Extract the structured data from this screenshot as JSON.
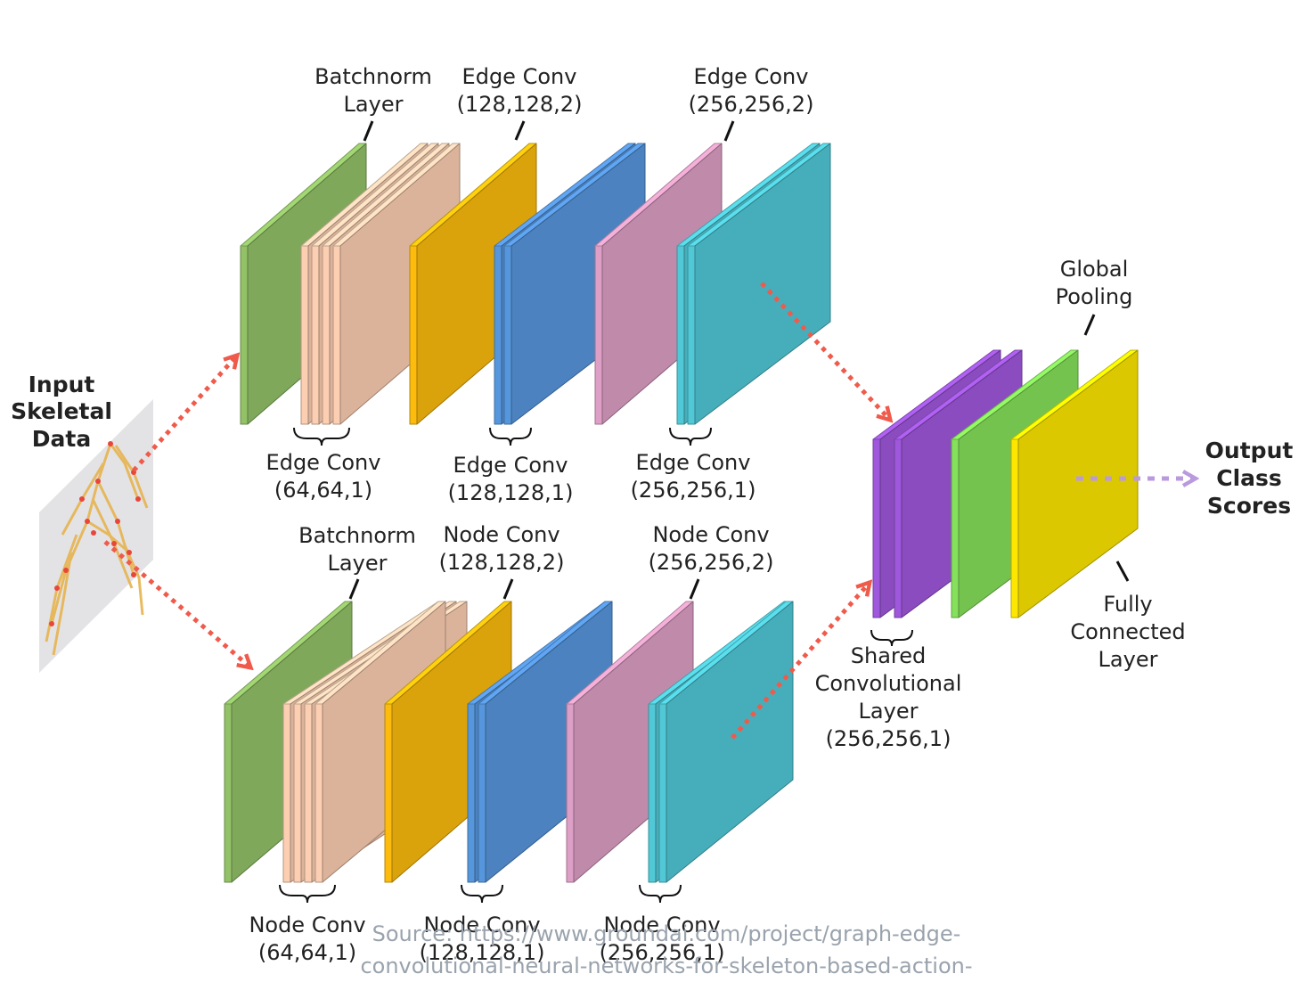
{
  "input": {
    "lines": [
      "Input",
      "Skeletal",
      "Data"
    ]
  },
  "top_branch": {
    "labels_above": [
      {
        "lines": [
          "Batchnorm",
          "Layer"
        ]
      },
      {
        "lines": [
          "Edge Conv",
          "(128,128,2)"
        ]
      },
      {
        "lines": [
          "Edge Conv",
          "(256,256,2)"
        ]
      }
    ],
    "labels_below": [
      {
        "lines": [
          "Edge Conv",
          "(64,64,1)"
        ]
      },
      {
        "lines": [
          "Edge Conv",
          "(128,128,1)"
        ]
      },
      {
        "lines": [
          "Edge Conv",
          "(256,256,1)"
        ]
      }
    ]
  },
  "bottom_branch": {
    "labels_above": [
      {
        "lines": [
          "Batchnorm",
          "Layer"
        ]
      },
      {
        "lines": [
          "Node Conv",
          "(128,128,2)"
        ]
      },
      {
        "lines": [
          "Node Conv",
          "(256,256,2)"
        ]
      }
    ],
    "labels_below": [
      {
        "lines": [
          "Node Conv",
          "(64,64,1)"
        ]
      },
      {
        "lines": [
          "Node Conv",
          "(128,128,1)"
        ]
      },
      {
        "lines": [
          "Node Conv",
          "(256,256,1)"
        ]
      }
    ]
  },
  "head": {
    "global_pooling": {
      "lines": [
        "Global",
        "Pooling"
      ]
    },
    "shared_conv": {
      "lines": [
        "Shared",
        "Convolutional",
        "Layer",
        "(256,256,1)"
      ]
    },
    "fully_connected": {
      "lines": [
        "Fully",
        "Connected",
        "Layer"
      ]
    },
    "output": {
      "lines": [
        "Output",
        "Class",
        "Scores"
      ]
    }
  },
  "source": {
    "lines": [
      "Source: https://www.groundai.com/project/graph-edge-",
      "convolutional-neural-networks-for-skeleton-based-action-"
    ]
  },
  "colors": {
    "batchnorm": "#7fa85a",
    "conv64": "#dbb39b",
    "conv128_1": "#dba30b",
    "conv128_2": "#4b82bf",
    "conv256_1": "#c08aab",
    "conv256_2": "#46aeba",
    "shared": "#8a4cbf",
    "pooling": "#74c34f",
    "fc": "#dcc800",
    "flow": "#f05a4b",
    "output_flow": "#b99ade"
  }
}
